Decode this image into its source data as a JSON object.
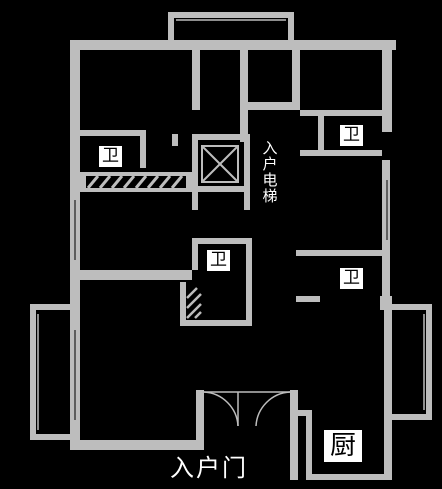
{
  "plan": {
    "colors": {
      "background": "#000000",
      "wall": "#bdbdbd",
      "label_box": "#ffffff",
      "label_text": "#000000",
      "text": "#ffffff"
    },
    "labels": {
      "bath_west": "卫",
      "bath_northeast": "卫",
      "bath_center": "卫",
      "bath_east": "卫",
      "kitchen": "厨",
      "entrance_door": "入户门",
      "elevator": "入户电梯"
    }
  }
}
